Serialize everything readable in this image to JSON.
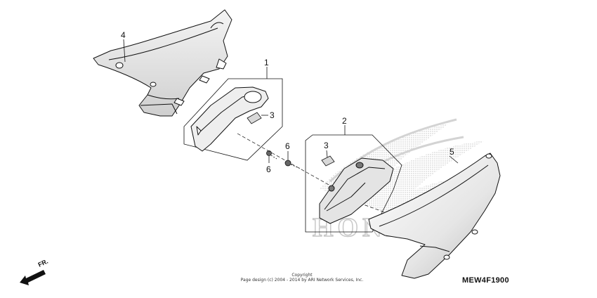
{
  "callouts": {
    "part_1": "1",
    "part_2": "2",
    "part_3a": "3",
    "part_3b": "3",
    "part_4": "4",
    "part_5": "5",
    "part_6a": "6",
    "part_6b": "6"
  },
  "direction": {
    "label": "FR."
  },
  "copyright": {
    "line1": "Copyright",
    "line2": "Page design (c) 2004 - 2014 by ARI Network Services, Inc."
  },
  "diagram_code": "MEW4F1900",
  "watermark": {
    "text": "HONDA"
  },
  "colors": {
    "line": "#111111",
    "shade": "#d0d0d0",
    "watermark": "#cfcfcf"
  }
}
